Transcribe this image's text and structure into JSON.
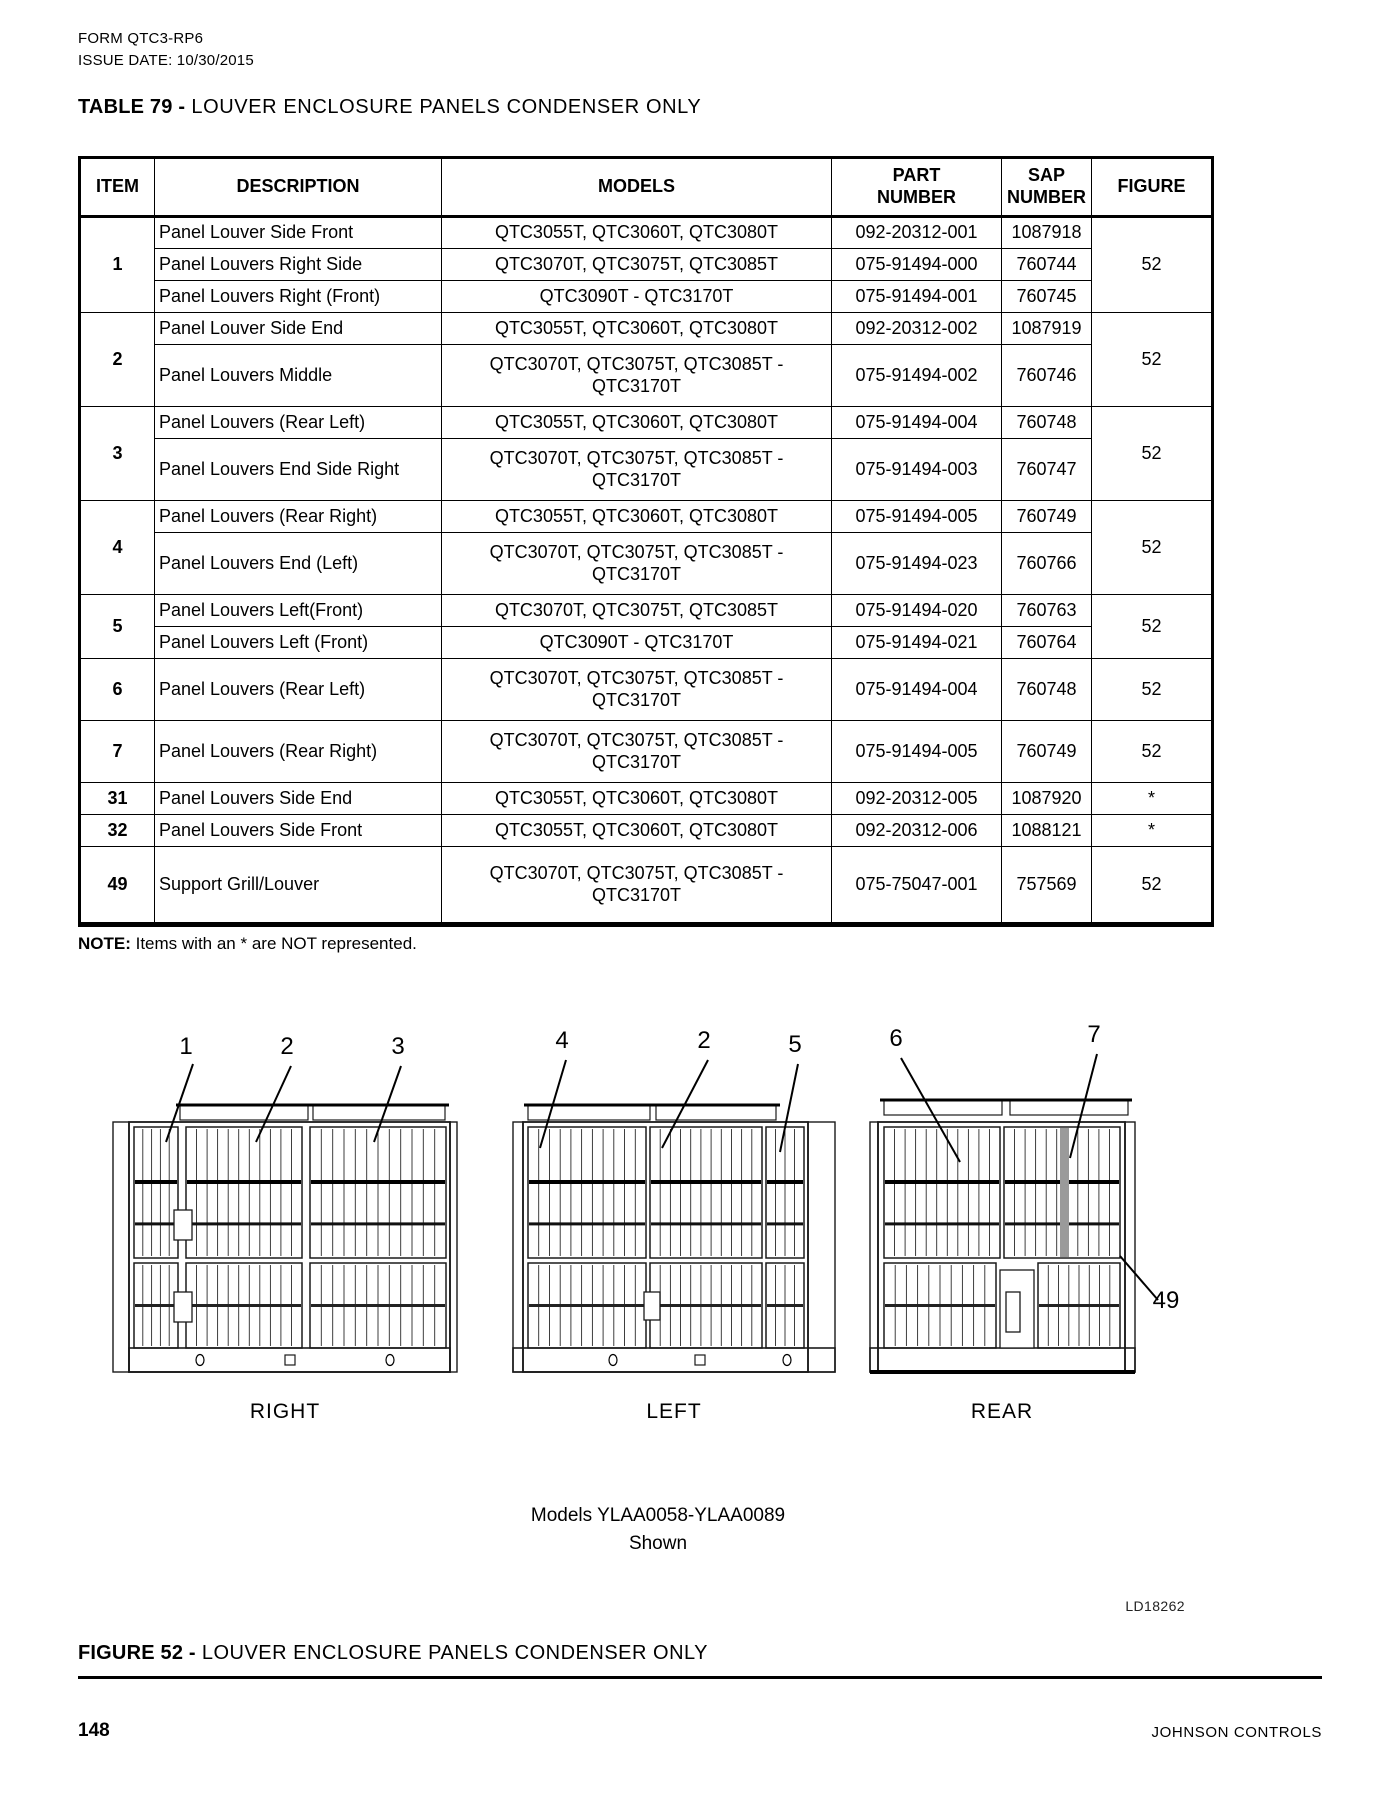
{
  "page": {
    "form_line1": "FORM QTC3-RP6",
    "form_line2": "ISSUE DATE: 10/30/2015",
    "page_number": "148",
    "footer_right": "JOHNSON CONTROLS"
  },
  "table": {
    "title_bold": "TABLE 79 -",
    "title_rest": " LOUVER ENCLOSURE PANELS CONDENSER ONLY",
    "headers": [
      "ITEM",
      "DESCRIPTION",
      "MODELS",
      "PART\nNUMBER",
      "SAP\nNUMBER",
      "FIGURE"
    ],
    "groups": [
      {
        "item": "1",
        "figure": "52",
        "rows": [
          {
            "description": "Panel Louver Side Front",
            "models": "QTC3055T, QTC3060T, QTC3080T",
            "part": "092-20312-001",
            "sap": "1087918"
          },
          {
            "description": "Panel Louvers Right Side",
            "models": "QTC3070T, QTC3075T, QTC3085T",
            "part": "075-91494-000",
            "sap": "760744"
          },
          {
            "description": "Panel Louvers Right (Front)",
            "models": "QTC3090T - QTC3170T",
            "part": "075-91494-001",
            "sap": "760745"
          }
        ]
      },
      {
        "item": "2",
        "figure": "52",
        "rows": [
          {
            "description": "Panel Louver Side End",
            "models": "QTC3055T, QTC3060T, QTC3080T",
            "part": "092-20312-002",
            "sap": "1087919"
          },
          {
            "description": "Panel Louvers Middle",
            "models": "QTC3070T, QTC3075T, QTC3085T -\nQTC3170T",
            "part": "075-91494-002",
            "sap": "760746"
          }
        ]
      },
      {
        "item": "3",
        "figure": "52",
        "rows": [
          {
            "description": "Panel Louvers (Rear Left)",
            "models": "QTC3055T, QTC3060T, QTC3080T",
            "part": "075-91494-004",
            "sap": "760748"
          },
          {
            "description": "Panel Louvers End Side Right",
            "models": "QTC3070T, QTC3075T, QTC3085T -\nQTC3170T",
            "part": "075-91494-003",
            "sap": "760747"
          }
        ]
      },
      {
        "item": "4",
        "figure": "52",
        "rows": [
          {
            "description": "Panel Louvers (Rear Right)",
            "models": "QTC3055T, QTC3060T, QTC3080T",
            "part": "075-91494-005",
            "sap": "760749"
          },
          {
            "description": "Panel Louvers End (Left)",
            "models": "QTC3070T, QTC3075T, QTC3085T -\nQTC3170T",
            "part": "075-91494-023",
            "sap": "760766"
          }
        ]
      },
      {
        "item": "5",
        "figure": "52",
        "rows": [
          {
            "description": "Panel Louvers Left(Front)",
            "models": "QTC3070T, QTC3075T, QTC3085T",
            "part": "075-91494-020",
            "sap": "760763"
          },
          {
            "description": "Panel Louvers Left (Front)",
            "models": "QTC3090T - QTC3170T",
            "part": "075-91494-021",
            "sap": "760764"
          }
        ]
      },
      {
        "item": "6",
        "figure": "52",
        "rows": [
          {
            "description": "Panel Louvers (Rear Left)",
            "models": "QTC3070T, QTC3075T, QTC3085T -\nQTC3170T",
            "part": "075-91494-004",
            "sap": "760748"
          }
        ]
      },
      {
        "item": "7",
        "figure": "52",
        "rows": [
          {
            "description": "Panel Louvers (Rear Right)",
            "models": "QTC3070T, QTC3075T, QTC3085T -\nQTC3170T",
            "part": "075-91494-005",
            "sap": "760749"
          }
        ]
      },
      {
        "item": "31",
        "figure": "*",
        "rows": [
          {
            "description": "Panel Louvers Side End",
            "models": "QTC3055T, QTC3060T, QTC3080T",
            "part": "092-20312-005",
            "sap": "1087920"
          }
        ]
      },
      {
        "item": "32",
        "figure": "*",
        "rows": [
          {
            "description": "Panel Louvers Side Front",
            "models": "QTC3055T, QTC3060T, QTC3080T",
            "part": "092-20312-006",
            "sap": "1088121"
          }
        ]
      },
      {
        "item": "49",
        "figure": "52",
        "rows": [
          {
            "description": "Support Grill/Louver",
            "models": "QTC3070T, QTC3075T, QTC3085T -\nQTC3170T",
            "part": "075-75047-001",
            "sap": "757569"
          }
        ]
      }
    ]
  },
  "note": {
    "label": "NOTE:",
    "text": " Items with an * are NOT represented."
  },
  "figure": {
    "callouts": [
      "1",
      "2",
      "3",
      "4",
      "2",
      "5",
      "6",
      "7",
      "49"
    ],
    "views": [
      "RIGHT",
      "LEFT",
      "REAR"
    ],
    "caption_line1": "Models YLAA0058-YLAA0089",
    "caption_line2": "Shown",
    "drawing_id": "LD18262",
    "title_bold": "FIGURE 52 -",
    "title_rest": " LOUVER ENCLOSURE PANELS CONDENSER ONLY"
  }
}
